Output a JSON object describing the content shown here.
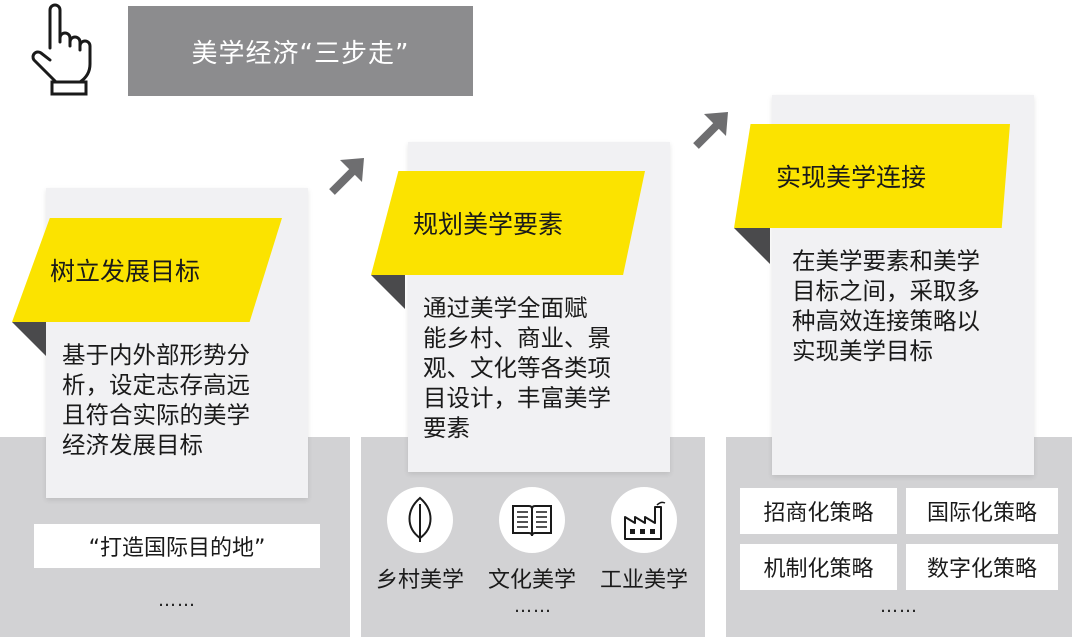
{
  "header": {
    "title": "美学经济“三步走”"
  },
  "steps": [
    {
      "tag": "树立发展目标",
      "lines": [
        "基于内外部形势分",
        "析，设定志存高远",
        "且符合实际的美学",
        "经济发展目标"
      ],
      "example": "“打造国际目的地”",
      "more": "……"
    },
    {
      "tag": "规划美学要素",
      "lines": [
        "通过美学全面赋",
        "能乡村、商业、景",
        "观、文化等各类项",
        "目设计，丰富美学",
        "要素"
      ],
      "icons": [
        {
          "label": "乡村美学",
          "icon": "leaf-icon"
        },
        {
          "label": "文化美学",
          "icon": "book-icon"
        },
        {
          "label": "工业美学",
          "icon": "factory-icon"
        }
      ],
      "more": "……"
    },
    {
      "tag": "实现美学连接",
      "lines": [
        "在美学要素和美学",
        "目标之间，采取多",
        "种高效连接策略以",
        "实现美学目标"
      ],
      "strategies": [
        "招商化策略",
        "国际化策略",
        "机制化策略",
        "数字化策略"
      ],
      "more": "……"
    }
  ],
  "colors": {
    "accent": "#fbe300",
    "grey_base": "#d2d2d4",
    "header_bg": "#8c8c8e",
    "card_bg": "#f1f1f3"
  }
}
